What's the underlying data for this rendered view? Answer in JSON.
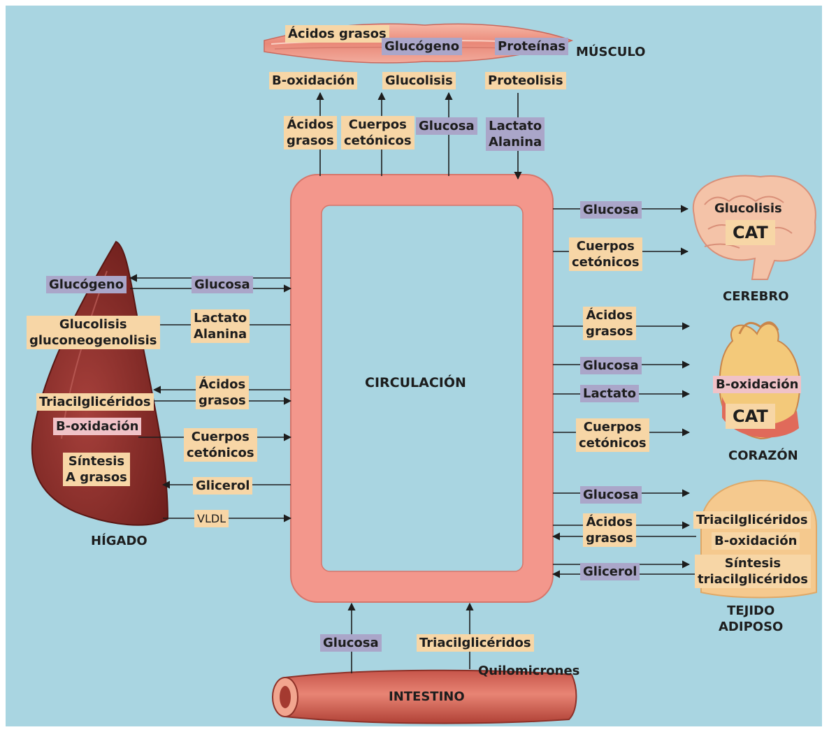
{
  "colors": {
    "background": "#a9d5e1",
    "circulation_ring": "#f3978c",
    "label_orange": "#f7d6a6",
    "label_purple": "#aaa6c9",
    "label_pink": "#f0c2c7",
    "liver": "#8c2a26",
    "arrow": "#1d1d1d"
  },
  "center": {
    "title": "CIRCULACIÓN"
  },
  "muscle": {
    "name": "MÚSCULO",
    "stores": [
      "Ácidos\ngrasos",
      "Glucógeno",
      "Proteínas"
    ],
    "processes": [
      "B-oxidación",
      "Glucolisis",
      "Proteolisis"
    ],
    "inputs": [
      "Ácidos\ngrasos",
      "Cuerpos\ncetónicos",
      "Glucosa"
    ],
    "output": "Lactato\nAlanina"
  },
  "liver": {
    "name": "HÍGADO",
    "inner": [
      "Glucógeno",
      "Glucolisis\ngluconeogenolisis",
      "Triacilglicéridos",
      "B-oxidación",
      "Síntesis\nA grasos"
    ],
    "exchange": [
      "Glucosa",
      "Lactato\nAlanina",
      "Ácidos\ngrasos",
      "Cuerpos\ncetónicos",
      "Glicerol",
      "VLDL"
    ]
  },
  "brain": {
    "name": "CEREBRO",
    "process": "Glucolisis",
    "cycle": "CAT",
    "inputs": [
      "Glucosa",
      "Cuerpos\ncetónicos"
    ]
  },
  "heart": {
    "name": "CORAZÓN",
    "process": "B-oxidación",
    "cycle": "CAT",
    "inputs": [
      "Ácidos\ngrasos",
      "Glucosa",
      "Lactato",
      "Cuerpos\ncetónicos"
    ]
  },
  "adipose": {
    "name": "TEJIDO\nADIPOSO",
    "processes": [
      "Triacilglicéridos",
      "B-oxidación",
      "Síntesis\ntriacilglicéridos"
    ],
    "exchange": [
      "Glucosa",
      "Ácidos\ngrasos",
      "Glicerol"
    ]
  },
  "intestine": {
    "name": "INTESTINO",
    "outputs": [
      "Glucosa",
      "Triacilglicéridos"
    ],
    "carrier": "Quilomicrones"
  }
}
